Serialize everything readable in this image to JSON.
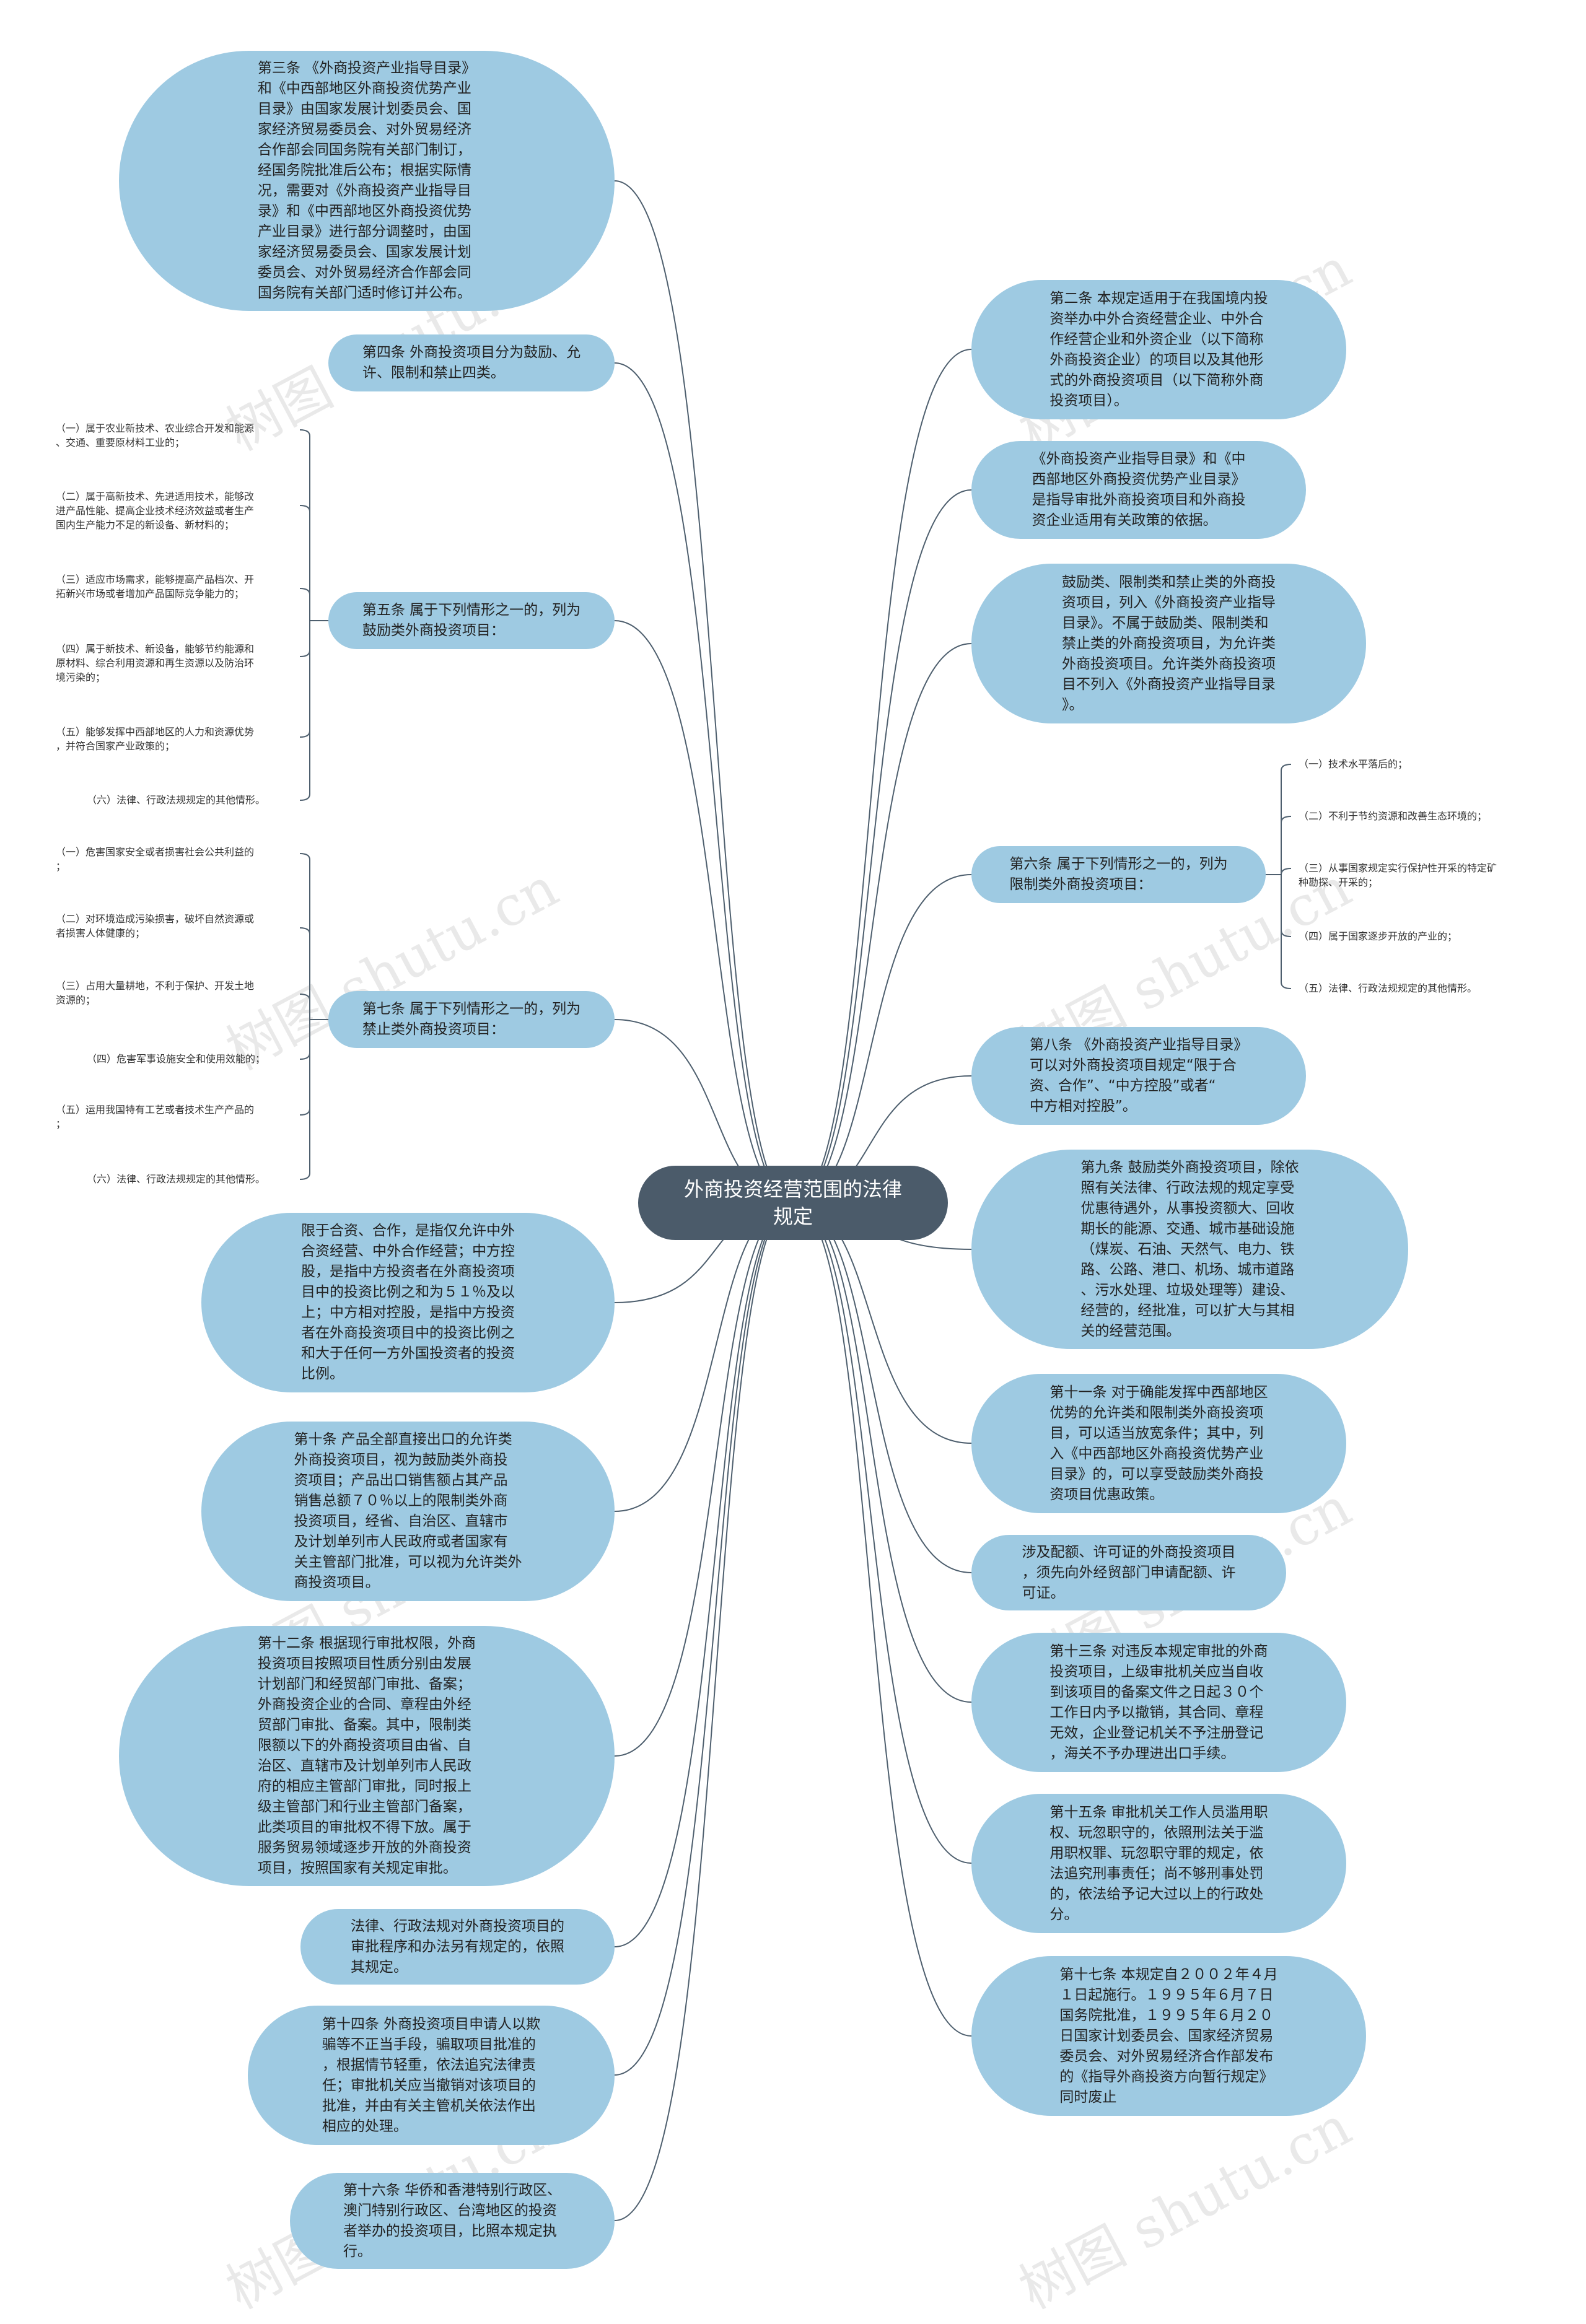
{
  "diagram": {
    "root": "外商投资经营范围的法律\n规定",
    "left_nodes": [
      "第三条 《外商投资产业指导目录》\n和《中西部地区外商投资优势产业\n目录》由国家发展计划委员会、国\n家经济贸易委员会、对外贸易经济\n合作部会同国务院有关部门制订，\n经国务院批准后公布；根据实际情\n况，需要对《外商投资产业指导目\n录》和《中西部地区外商投资优势\n产业目录》进行部分调整时，由国\n家经济贸易委员会、国家发展计划\n委员会、对外贸易经济合作部会同\n国务院有关部门适时修订并公布。",
      "第四条 外商投资项目分为鼓励、允\n许、限制和禁止四类。",
      "第五条 属于下列情形之一的，列为\n鼓励类外商投资项目：",
      "第七条 属于下列情形之一的，列为\n禁止类外商投资项目：",
      "限于合资、合作，是指仅允许中外\n合资经营、中外合作经营；中方控\n股，是指中方投资者在外商投资项\n目中的投资比例之和为５１％及以\n上；中方相对控股，是指中方投资\n者在外商投资项目中的投资比例之\n和大于任何一方外国投资者的投资\n比例。",
      "第十条 产品全部直接出口的允许类\n外商投资项目，视为鼓励类外商投\n资项目；产品出口销售额占其产品\n销售总额７０％以上的限制类外商\n投资项目，经省、自治区、直辖市\n及计划单列市人民政府或者国家有\n关主管部门批准，可以视为允许类外\n商投资项目。",
      "第十二条 根据现行审批权限，外商\n投资项目按照项目性质分别由发展\n计划部门和经贸部门审批、备案；\n外商投资企业的合同、章程由外经\n贸部门审批、备案。其中，限制类\n限额以下的外商投资项目由省、自\n治区、直辖市及计划单列市人民政\n府的相应主管部门审批，同时报上\n级主管部门和行业主管部门备案，\n此类项目的审批权不得下放。属于\n服务贸易领域逐步开放的外商投资\n项目，按照国家有关规定审批。",
      "法律、行政法规对外商投资项目的\n审批程序和办法另有规定的，依照\n其规定。",
      "第十四条 外商投资项目申请人以欺\n骗等不正当手段，骗取项目批准的\n，根据情节轻重，依法追究法律责\n任；审批机关应当撤销对该项目的\n批准，并由有关主管机关依法作出\n相应的处理。",
      "第十六条 华侨和香港特别行政区、\n澳门特别行政区、台湾地区的投资\n者举办的投资项目，比照本规定执\n行。"
    ],
    "right_nodes": [
      "第二条 本规定适用于在我国境内投\n资举办中外合资经营企业、中外合\n作经营企业和外资企业（以下简称\n外商投资企业）的项目以及其他形\n式的外商投资项目（以下简称外商\n投资项目）。",
      "《外商投资产业指导目录》和《中\n西部地区外商投资优势产业目录》\n是指导审批外商投资项目和外商投\n资企业适用有关政策的依据。",
      "鼓励类、限制类和禁止类的外商投\n资项目，列入《外商投资产业指导\n目录》。不属于鼓励类、限制类和\n禁止类的外商投资项目，为允许类\n外商投资项目。允许类外商投资项\n目不列入《外商投资产业指导目录\n》。",
      "第六条 属于下列情形之一的，列为\n限制类外商投资项目：",
      "第八条 《外商投资产业指导目录》\n可以对外商投资项目规定“限于合\n资、合作”、“中方控股”或者“\n中方相对控股”。",
      "第九条 鼓励类外商投资项目，除依\n照有关法律、行政法规的规定享受\n优惠待遇外，从事投资额大、回收\n期长的能源、交通、城市基础设施\n（煤炭、石油、天然气、电力、铁\n路、公路、港口、机场、城市道路\n、污水处理、垃圾处理等）建设、\n经营的，经批准，可以扩大与其相\n关的经营范围。",
      "第十一条 对于确能发挥中西部地区\n优势的允许类和限制类外商投资项\n目，可以适当放宽条件；其中，列\n入《中西部地区外商投资优势产业\n目录》的，可以享受鼓励类外商投\n资项目优惠政策。",
      "涉及配额、许可证的外商投资项目\n，须先向外经贸部门申请配额、许\n可证。",
      "第十三条 对违反本规定审批的外商\n投资项目，上级审批机关应当自收\n到该项目的备案文件之日起３０个\n工作日内予以撤销，其合同、章程\n无效，企业登记机关不予注册登记\n，海关不予办理进出口手续。",
      "第十五条 审批机关工作人员滥用职\n权、玩忽职守的，依照刑法关于滥\n用职权罪、玩忽职守罪的规定，依\n法追究刑事责任；尚不够刑事处罚\n的，依法给予记大过以上的行政处\n分。",
      "第十七条 本规定自２００２年４月\n１日起施行。１９９５年６月７日\n国务院批准，１９９５年６月２０\n日国家计划委员会、国家经济贸易\n委员会、对外贸易经济合作部发布\n的《指导外商投资方向暂行规定》\n同时废止"
    ],
    "encouraged_items": [
      "（一）属于农业新技术、农业综合开发和能源\n、交通、重要原材料工业的；",
      "（二）属于高新技术、先进适用技术，能够改\n进产品性能、提高企业技术经济效益或者生产\n国内生产能力不足的新设备、新材料的；",
      "（三）适应市场需求，能够提高产品档次、开\n拓新兴市场或者增加产品国际竞争能力的；",
      "（四）属于新技术、新设备，能够节约能源和\n原材料、综合利用资源和再生资源以及防治环\n境污染的；",
      "（五）能够发挥中西部地区的人力和资源优势\n，并符合国家产业政策的；",
      "（六）法律、行政法规规定的其他情形。"
    ],
    "prohibited_items": [
      "（一）危害国家安全或者损害社会公共利益的\n；",
      "（二）对环境造成污染损害，破坏自然资源或\n者损害人体健康的；",
      "（三）占用大量耕地，不利于保护、开发土地\n资源的；",
      "（四）危害军事设施安全和使用效能的；",
      "（五）运用我国特有工艺或者技术生产产品的\n；",
      "（六）法律、行政法规规定的其他情形。"
    ],
    "restricted_items": [
      "（一）技术水平落后的；",
      "（二）不利于节约资源和改善生态环境的；",
      "（三）从事国家规定实行保护性开采的特定矿\n种勘探、开采的；",
      "（四）属于国家逐步开放的产业的；",
      "（五）法律、行政法规规定的其他情形。"
    ]
  },
  "colors": {
    "node_fill": "#9ecae2",
    "root_fill": "#4b5b6a",
    "line": "#4e5f6e"
  },
  "watermark": "树图 shutu.cn"
}
